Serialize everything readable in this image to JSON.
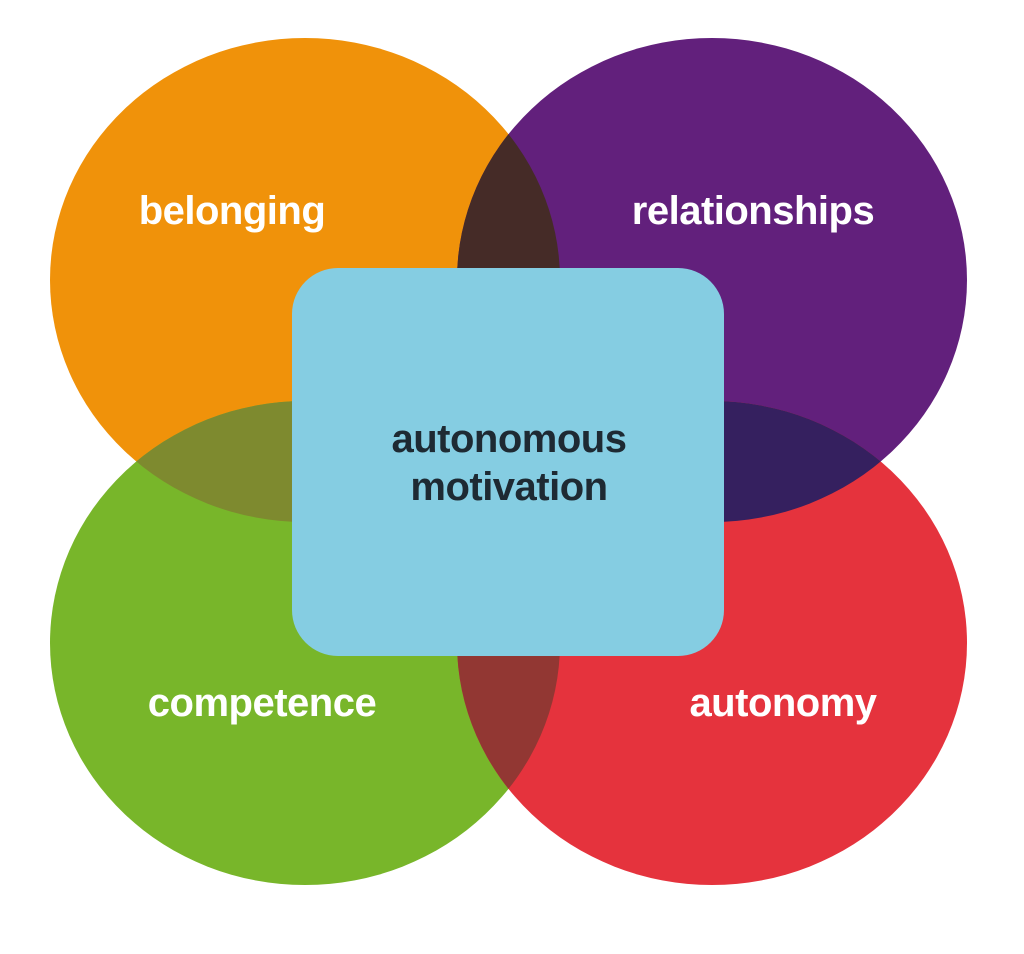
{
  "diagram": {
    "center": {
      "line1": "autonomous",
      "line2": "motivation",
      "fill": "#85cde2",
      "text_color": "#1e2a33"
    },
    "circles": [
      {
        "id": "belonging",
        "label": "belonging",
        "fill": "#f0920a"
      },
      {
        "id": "relationships",
        "label": "relationships",
        "fill": "#62207c"
      },
      {
        "id": "competence",
        "label": "competence",
        "fill": "#78b62a"
      },
      {
        "id": "autonomy",
        "label": "autonomy",
        "fill": "#e5333d"
      }
    ],
    "overlaps": {
      "belonging_relationships": "#452b27",
      "belonging_competence": "#7e8a2f",
      "relationships_autonomy": "#35205f",
      "competence_autonomy": "#923733"
    },
    "circle_text_color": "#ffffff"
  }
}
